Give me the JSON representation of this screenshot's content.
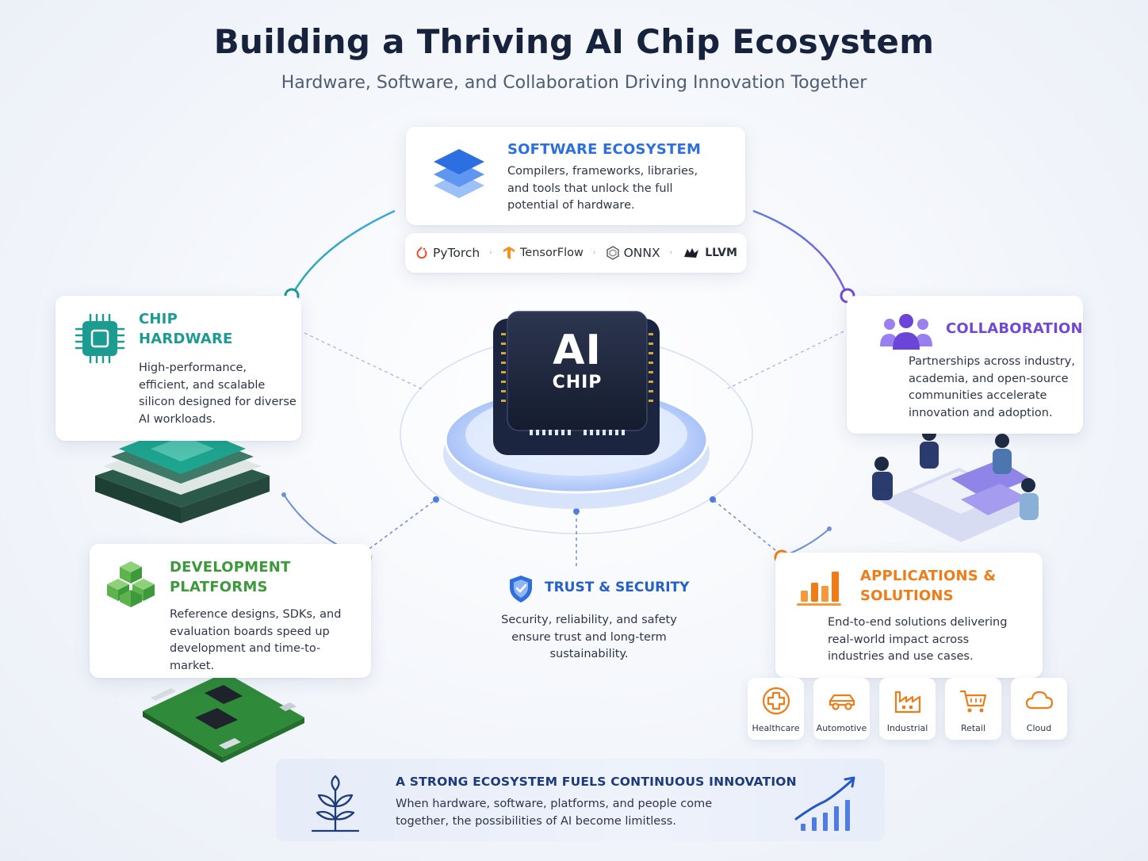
{
  "header": {
    "title": "Building a Thriving AI Chip Ecosystem",
    "subtitle": "Hardware, Software, and Collaboration Driving Innovation Together"
  },
  "center": {
    "chip_main": "AI",
    "chip_sub": "CHIP"
  },
  "software": {
    "title": "SOFTWARE ECOSYSTEM",
    "description": "Compilers, frameworks, libraries, and tools that unlock the full potential of hardware.",
    "icon": "stacked-layers-icon",
    "color": "#2b6fe0",
    "tools": [
      "PyTorch",
      "TensorFlow",
      "ONNX",
      "LLVM"
    ]
  },
  "hardware": {
    "title": "CHIP HARDWARE",
    "description": "High-performance, efficient, and scalable silicon designed for diverse AI workloads.",
    "icon": "processor-icon",
    "color": "#1c9b91"
  },
  "collaboration": {
    "title": "COLLABORATION",
    "description": "Partnerships across industry, academia, and open-source communities accelerate innovation and adoption.",
    "icon": "people-group-icon",
    "color": "#7049d9"
  },
  "development": {
    "title": "DEVELOPMENT PLATFORMS",
    "description": "Reference designs, SDKs, and evaluation boards speed up development and time-to-market.",
    "icon": "cubes-icon",
    "color": "#3c9a3a"
  },
  "trust": {
    "title": "TRUST & SECURITY",
    "description": "Security, reliability, and safety ensure trust and long-term sustainability.",
    "icon": "shield-icon",
    "color": "#2560c9"
  },
  "applications": {
    "title": "APPLICATIONS & SOLUTIONS",
    "description": "End-to-end solutions delivering real-world impact across industries and use cases.",
    "icon": "bar-chart-icon",
    "color": "#f07c17",
    "industries": [
      {
        "label": "Healthcare",
        "icon": "medical-cross-icon"
      },
      {
        "label": "Automotive",
        "icon": "car-icon"
      },
      {
        "label": "Industrial",
        "icon": "factory-icon"
      },
      {
        "label": "Retail",
        "icon": "cart-icon"
      },
      {
        "label": "Cloud",
        "icon": "cloud-icon"
      }
    ]
  },
  "banner": {
    "title": "A STRONG ECOSYSTEM FUELS CONTINUOUS INNOVATION",
    "description": "When hardware, software, platforms, and people come together, the possibilities of AI become limitless.",
    "left_icon": "sprout-icon",
    "right_icon": "growth-chart-icon"
  }
}
